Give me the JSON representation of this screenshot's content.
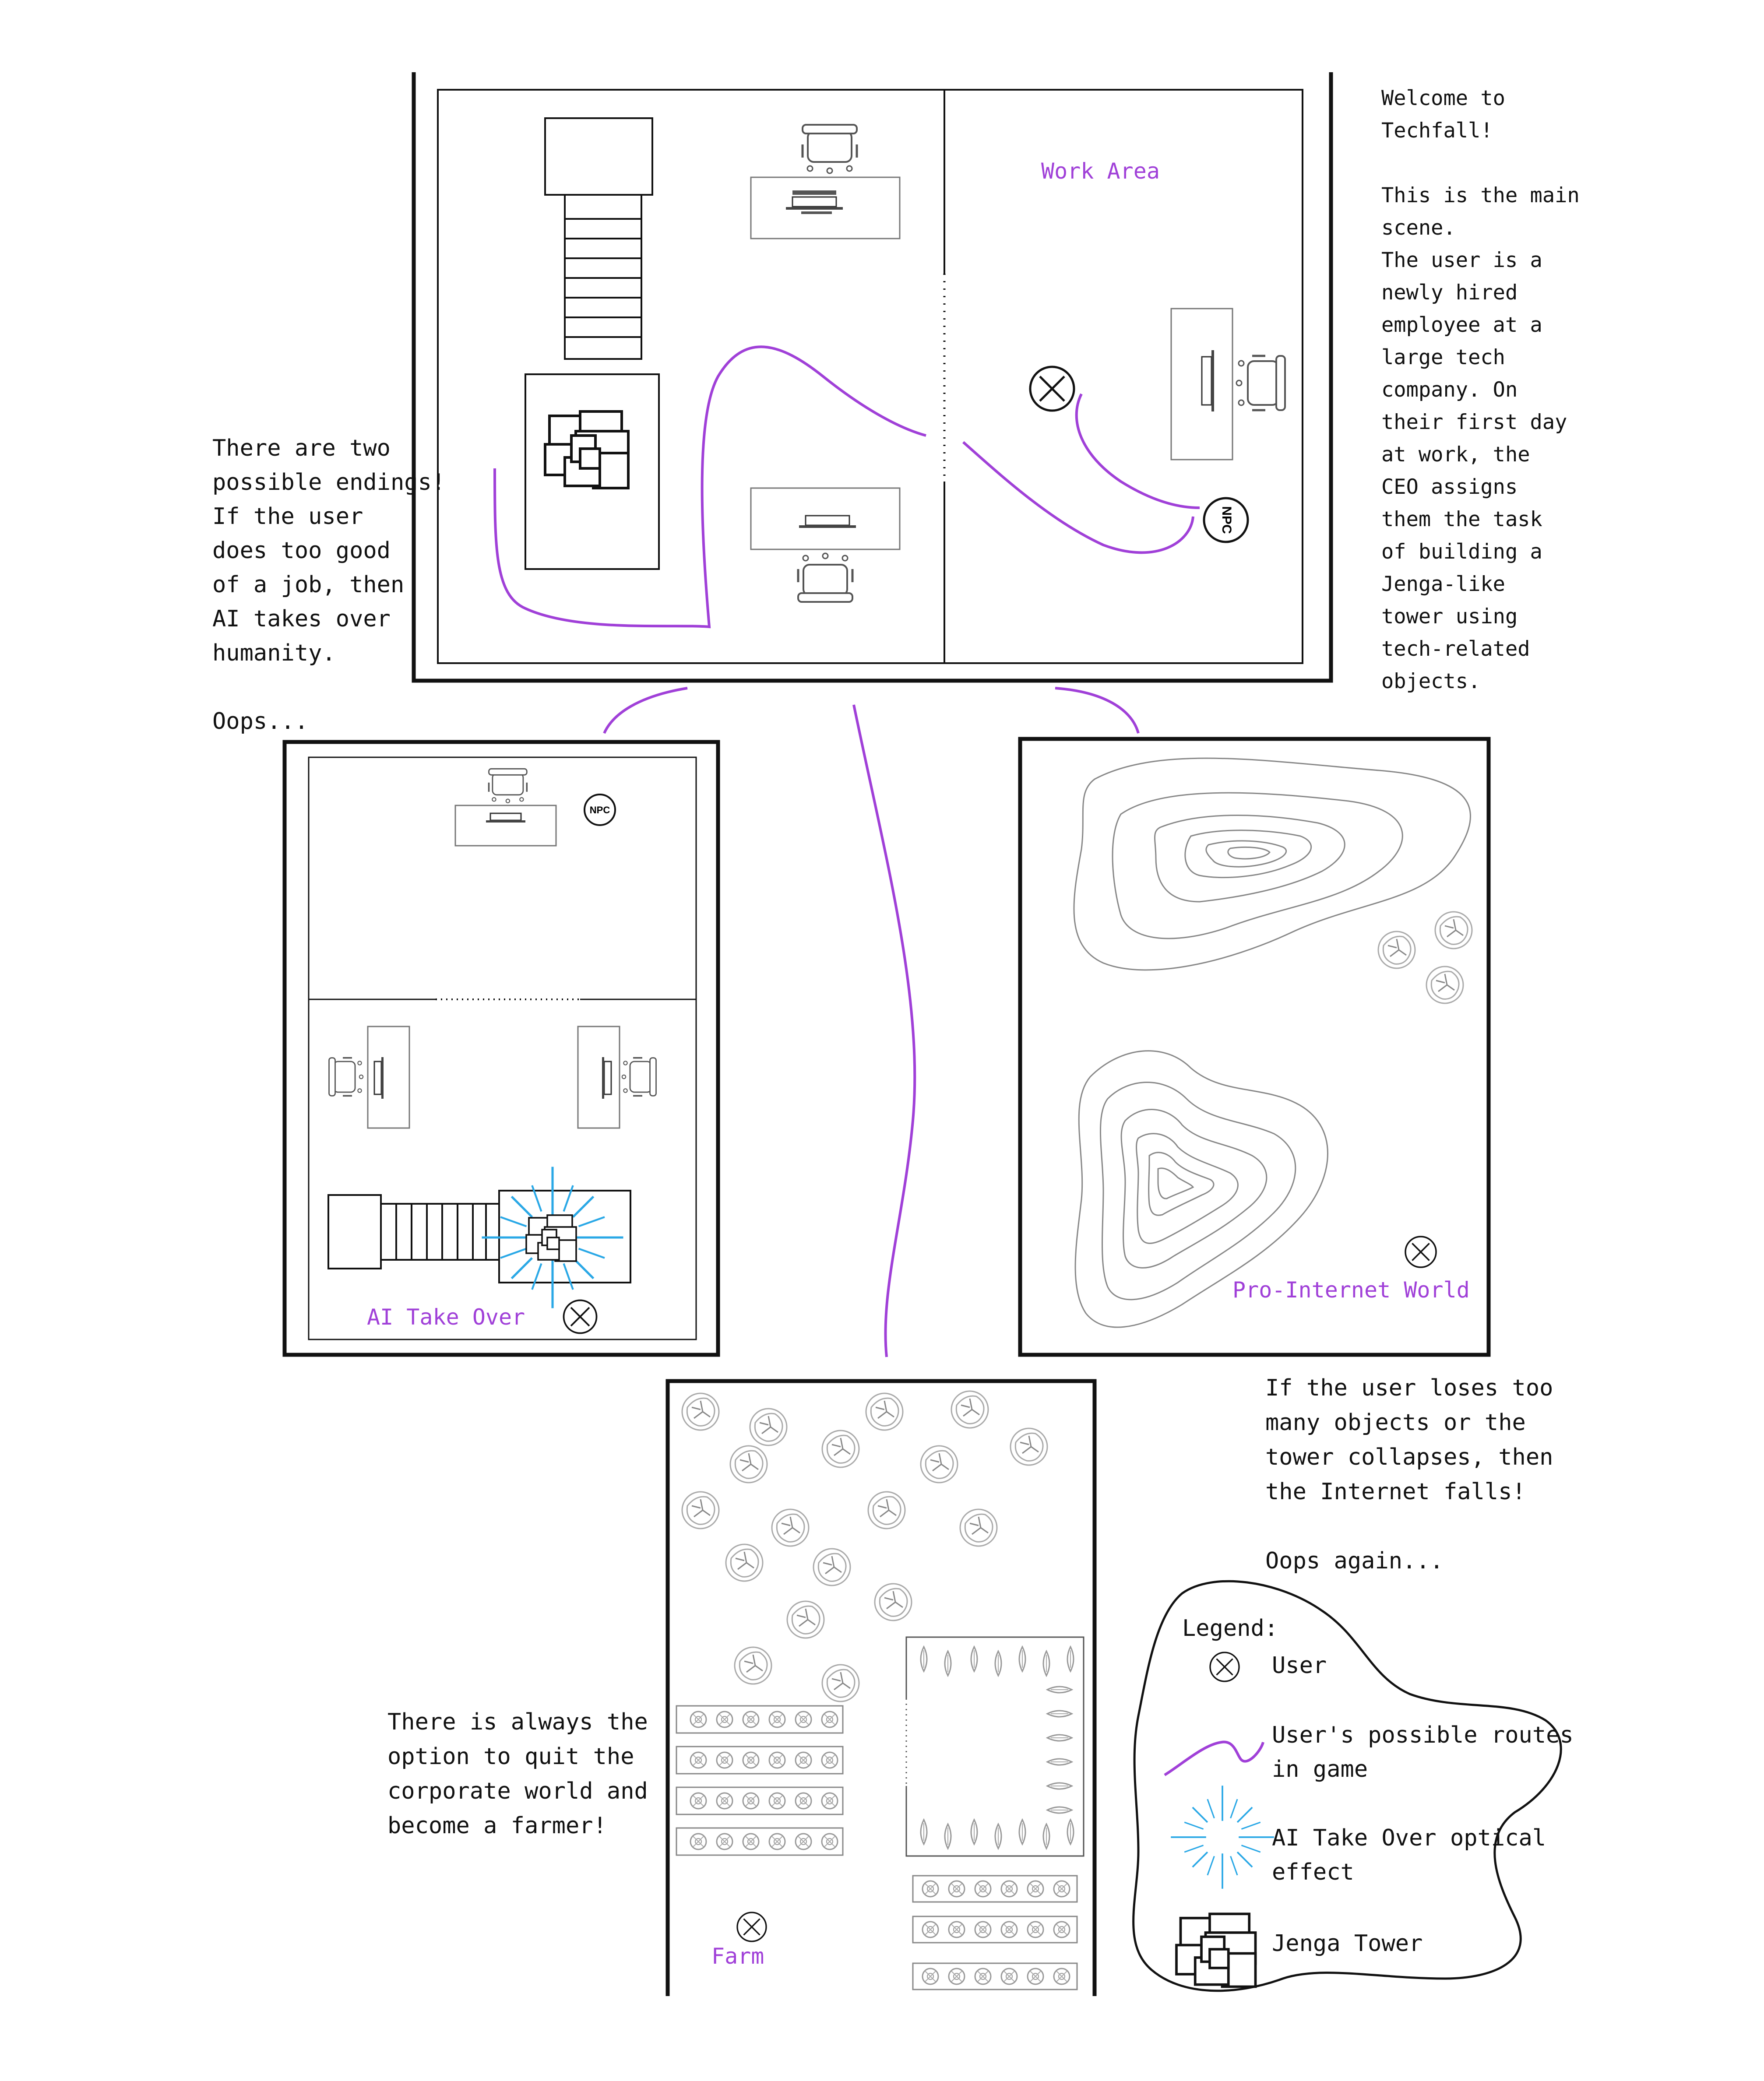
{
  "colors": {
    "route": "#a040d8",
    "label": "#a040d8",
    "effect": "#2aa8e6",
    "line": "#111111",
    "grey": "#9a9a9a"
  },
  "main_scene": {
    "work_area_label": "Work Area",
    "npc": "NPC"
  },
  "notes": {
    "intro": "Welcome to\nTechfall!\n\nThis is the main\nscene.\nThe user is a\nnewly hired\nemployee at a\nlarge tech\ncompany. On\ntheir first day\nat work, the\nCEO assigns\nthem the task\nof building a\nJenga-like\ntower using\ntech-related\nobjects.",
    "endings": "There are two\npossible endings!\nIf the user\ndoes too good\nof a job, then\nAI takes over\nhumanity.\n\nOops...",
    "internet": "If the user loses too\nmany objects or the\ntower collapses, then\nthe Internet falls!\n\nOops again...",
    "farmer": "There is always the\noption to quit the\ncorporate world and\nbecome a farmer!"
  },
  "ai_scene": {
    "label": "AI Take Over",
    "npc": "NPC"
  },
  "internet_scene": {
    "label": "Pro-Internet World"
  },
  "farm_scene": {
    "label": "Farm"
  },
  "legend": {
    "title": "Legend:",
    "items": [
      {
        "icon": "user-icon",
        "label": "User"
      },
      {
        "icon": "route-icon",
        "label": "User's possible routes\nin game"
      },
      {
        "icon": "burst-icon",
        "label": "AI Take Over optical\neffect"
      },
      {
        "icon": "jenga-tower-icon",
        "label": "Jenga Tower"
      }
    ]
  }
}
